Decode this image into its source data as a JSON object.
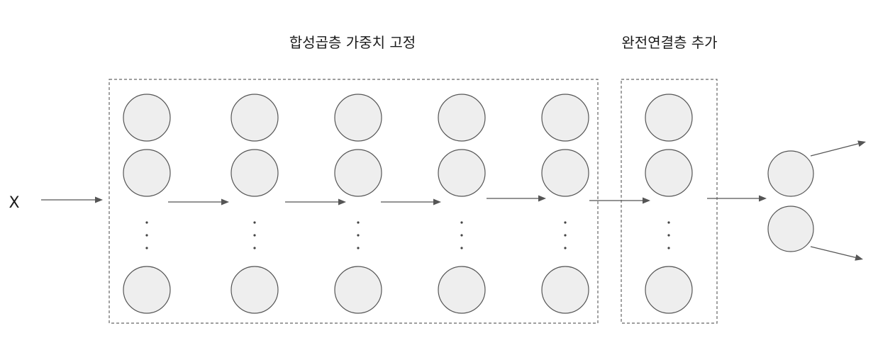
{
  "labels": {
    "frozen_conv_layers": "합성곱층 가중치 고정",
    "added_fc_layer": "완전연결층 추가",
    "input": "X"
  },
  "colors": {
    "neuron_fill": "#eeeeee",
    "neuron_stroke": "#555555",
    "arrow": "#555555",
    "box_border": "#666666"
  }
}
